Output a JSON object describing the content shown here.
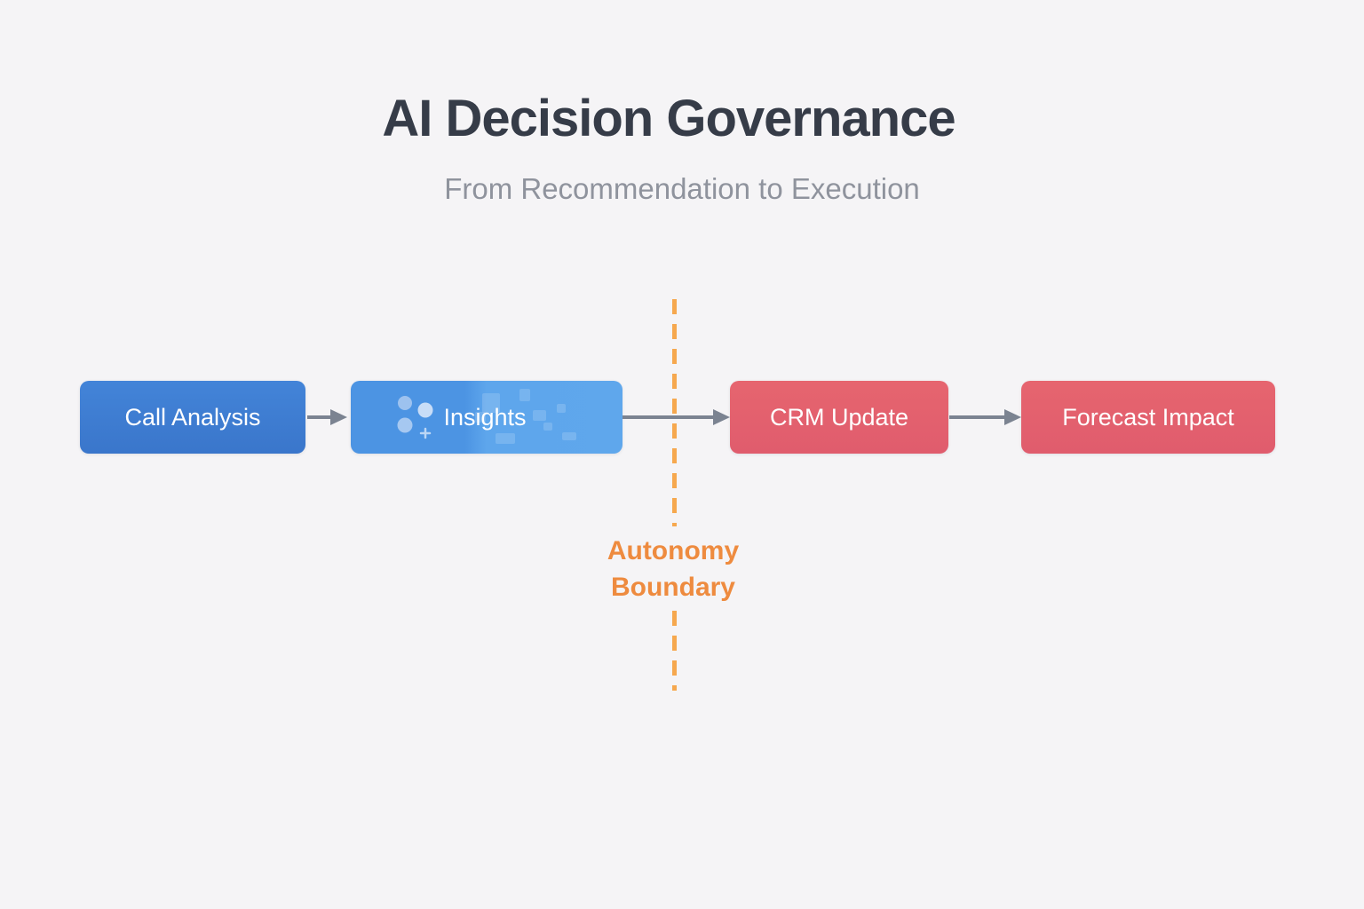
{
  "page": {
    "background_color": "#f5f4f6"
  },
  "header": {
    "title": "AI Decision Governance",
    "subtitle": "From Recommendation to Execution"
  },
  "flow": {
    "nodes": [
      {
        "id": "call-analysis",
        "label": "Call Analysis",
        "color": "#3d7bd0"
      },
      {
        "id": "insights",
        "label": "Insights",
        "color": "#55a0e8",
        "icon": "insights-scatter-icon"
      },
      {
        "id": "crm-update",
        "label": "CRM Update",
        "color": "#e4616f"
      },
      {
        "id": "forecast-impact",
        "label": "Forecast Impact",
        "color": "#e4616f"
      }
    ],
    "connections": [
      {
        "from": "call-analysis",
        "to": "insights"
      },
      {
        "from": "insights",
        "to": "crm-update"
      },
      {
        "from": "crm-update",
        "to": "forecast-impact"
      }
    ],
    "arrow_color": "#7b8391",
    "boundary": {
      "label": "Autonomy Boundary",
      "label_line1": "Autonomy",
      "label_line2": "Boundary",
      "line_color": "#f6a84e",
      "text_color": "#ee8b3f"
    }
  }
}
